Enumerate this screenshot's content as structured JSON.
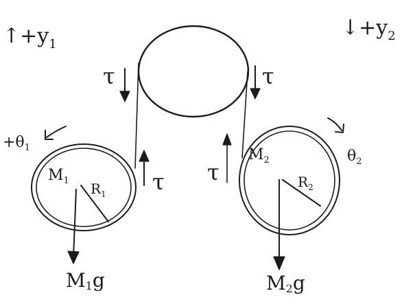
{
  "axes": {
    "y1_label": "↑+y",
    "y1_sub": "1",
    "y2_label": "↓+y",
    "y2_sub": "2"
  },
  "tension": {
    "left_top": "τ",
    "right_top": "τ",
    "left_bottom": "τ",
    "right_bottom": "τ"
  },
  "body1": {
    "mass": "M",
    "mass_sub": "1",
    "radius": "R",
    "radius_sub": "1",
    "angle": "+θ",
    "angle_sub": "1",
    "weight": "M",
    "weight_sub": "1",
    "weight_g": "g"
  },
  "body2": {
    "mass": "M",
    "mass_sub": "2",
    "radius": "R",
    "radius_sub": "2",
    "angle": "θ",
    "angle_sub": "2",
    "weight": "M",
    "weight_sub": "2",
    "weight_g": "g"
  }
}
